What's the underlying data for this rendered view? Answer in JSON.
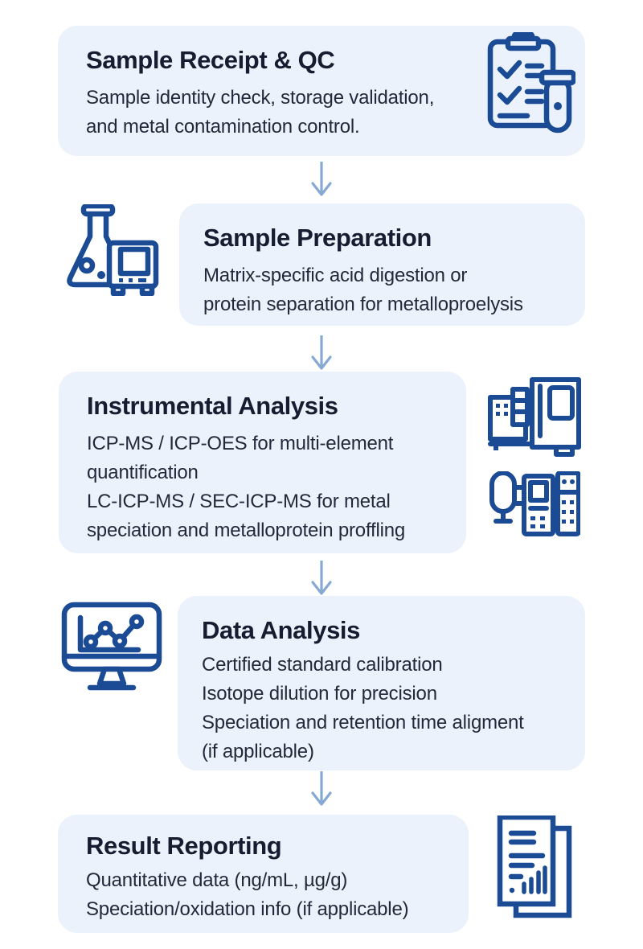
{
  "diagram": {
    "type": "vertical-flowchart",
    "colors": {
      "card_background": "#EBF2FB",
      "icon_stroke": "#1B4B94",
      "title_text": "#171C30",
      "body_text": "#23293A",
      "arrow": "#85A9D3"
    }
  },
  "steps": [
    {
      "title": "Sample Receipt & QC",
      "lines": [
        "Sample identity check, storage validation,",
        "and metal contamination control."
      ],
      "icon": "clipboard-checklist-test-tube-icon"
    },
    {
      "title": "Sample Preparation",
      "lines": [
        "Matrix-specific acid digestion or",
        "protein separation for metalloproelysis"
      ],
      "icon": "flask-instrument-icon"
    },
    {
      "title": "Instrumental Analysis",
      "lines": [
        "ICP-MS / ICP-OES for multi-element",
        "quantification",
        "LC-ICP-MS / SEC-ICP-MS for metal",
        "speciation and metalloprotein proffling"
      ],
      "icon": "icp-instrument-icons"
    },
    {
      "title": "Data Analysis",
      "lines": [
        "Certified standard calibration",
        "Isotope dilution for precision",
        "Speciation and retention time aligment",
        "(if applicable)"
      ],
      "icon": "monitor-chart-icon"
    },
    {
      "title": "Result Reporting",
      "lines": [
        "Quantitative data (ng/mL, µg/g)",
        "Speciation/oxidation info (if applicable)"
      ],
      "icon": "report-documents-icon"
    }
  ]
}
